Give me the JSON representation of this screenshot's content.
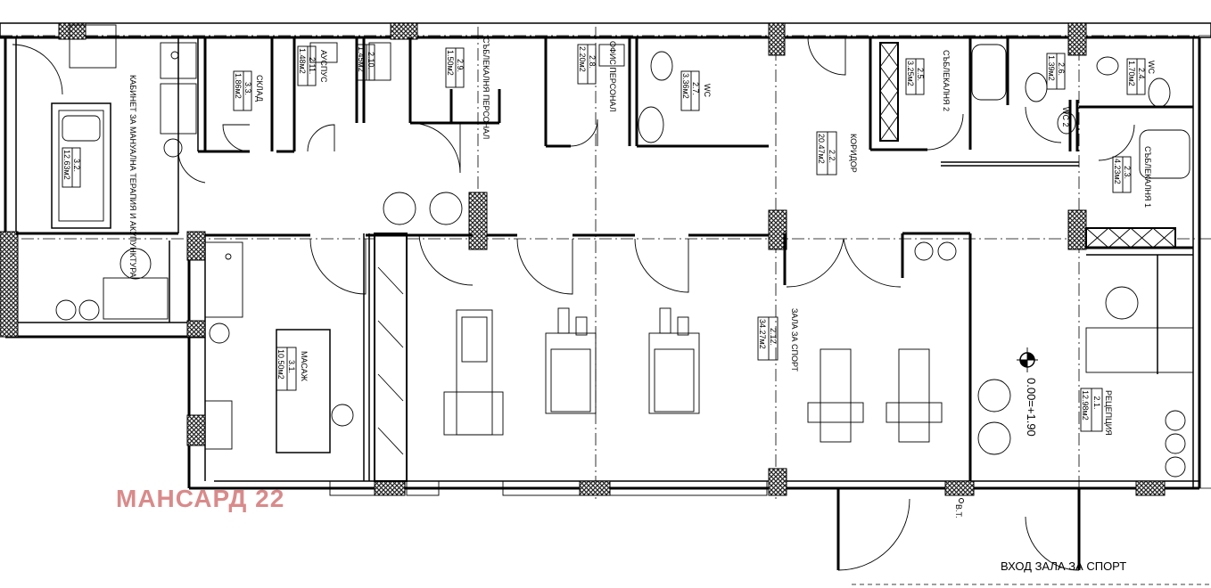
{
  "colors": {
    "line": "#000000",
    "hatch": "#2b2b2b",
    "watermark": "#d98a8a"
  },
  "watermark": "МАНСАРД 22",
  "entrance": "ВХОД ЗАЛА ЗА СПОРТ",
  "level": "0.00=+1.90",
  "level_mark": "В.Т.",
  "rooms": [
    {
      "id": "2.1.",
      "name": "РЕЦЕПЦИЯ",
      "area": "12.98м2"
    },
    {
      "id": "2.2.",
      "name": "КОРИДОР",
      "area": "20.47м2"
    },
    {
      "id": "2.3.",
      "name": "СЪБЛЕКАЛНЯ 1",
      "area": "4.23м2"
    },
    {
      "id": "2.4.",
      "name": "WC",
      "area": "1.70м2"
    },
    {
      "id": "2.5.",
      "name": "СЪБЛЕКАЛНЯ 2",
      "area": "3.25м2"
    },
    {
      "id": "2.6.",
      "name": "WC 2",
      "area": "1.39м2"
    },
    {
      "id": "2.7.",
      "name": "WC",
      "area": "3.36м2"
    },
    {
      "id": "2.8.",
      "name": "ОФИС ПЕРСОНАЛ",
      "area": "2.20м2"
    },
    {
      "id": "2.9.",
      "name": "СЪБЛЕКАЛНЯ ПЕРСОНАЛ",
      "area": "1.50м2"
    },
    {
      "id": "2.10.",
      "name": "",
      "area": "1.45м2"
    },
    {
      "id": "2.11.",
      "name": "АУСПУС",
      "area": "1.48м2"
    },
    {
      "id": "3.3.",
      "name": "СКЛАД",
      "area": "1.86м2"
    },
    {
      "id": "3.2.",
      "name": "КАБИНЕТ ЗА МАНУАЛНА ТЕРАПИЯ И АКУПУНКТУРА",
      "area": "12.63м2"
    },
    {
      "id": "3.1.",
      "name": "МАСАЖ",
      "area": "10.50м2"
    },
    {
      "id": "2.12.",
      "name": "ЗАЛА ЗА СПОРТ",
      "area": "34.27м2"
    }
  ]
}
